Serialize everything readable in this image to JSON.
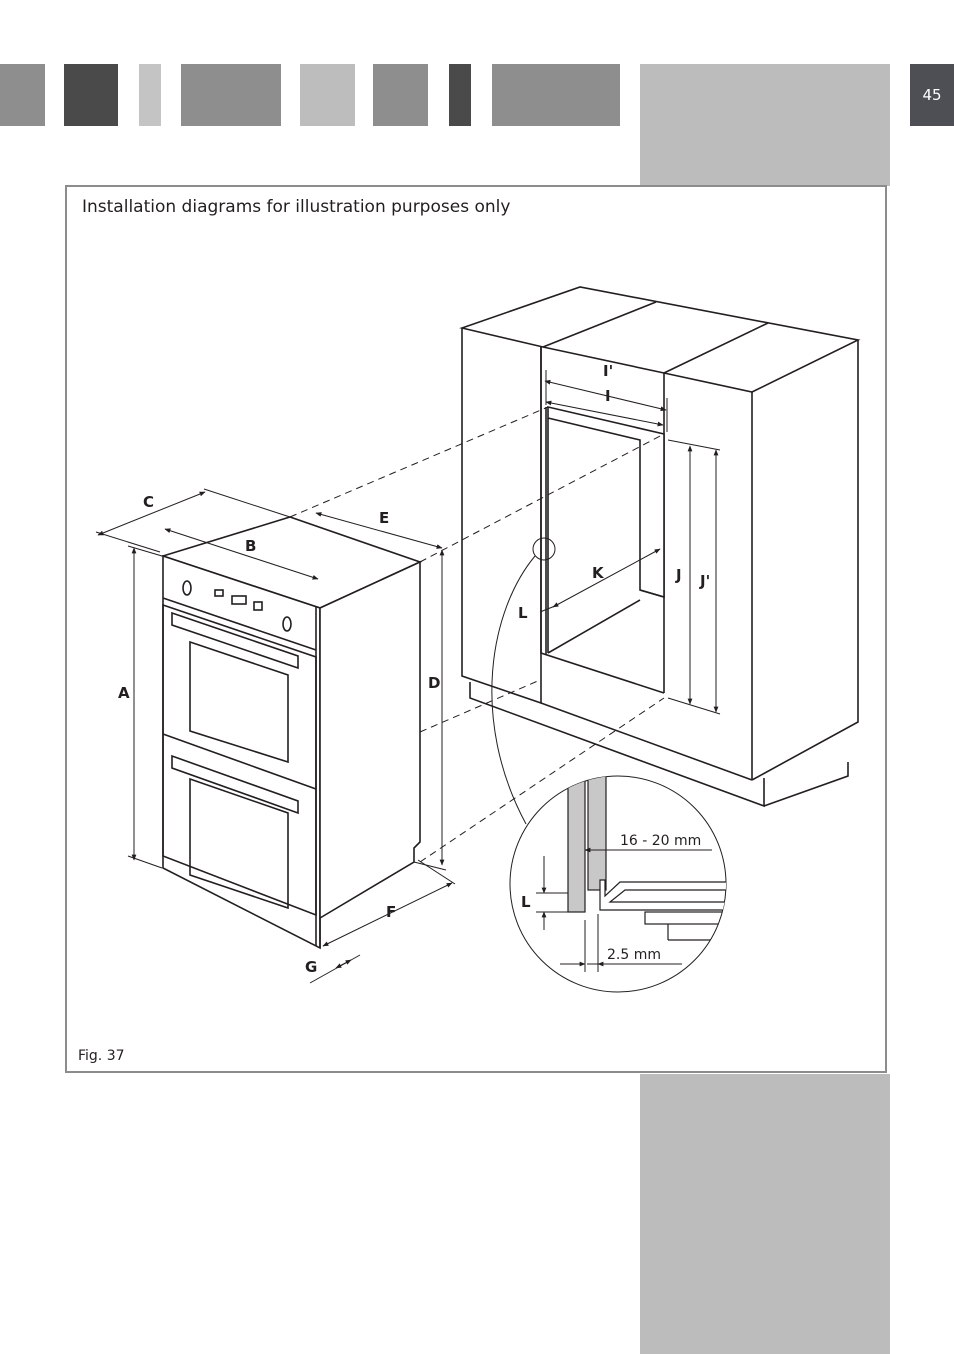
{
  "page": {
    "number": "45"
  },
  "header_bars": [
    {
      "color": "#8e8e8e"
    },
    {
      "color": "#4a4a4a"
    },
    {
      "color": "#c4c4c4"
    },
    {
      "color": "#8e8e8e"
    },
    {
      "color": "#bdbdbd"
    },
    {
      "color": "#8e8e8e"
    },
    {
      "color": "#4a4a4a"
    },
    {
      "color": "#8e8e8e"
    }
  ],
  "figure": {
    "caption": "Installation diagrams for illustration purposes only",
    "label": "Fig. 37",
    "dimension_labels": {
      "A": "A",
      "B": "B",
      "C": "C",
      "D": "D",
      "E": "E",
      "F": "F",
      "G": "G",
      "I": "I",
      "I_prime": "I'",
      "J": "J",
      "J_prime": "J'",
      "K": "K",
      "L": "L"
    },
    "detail": {
      "gap_label": "16 - 20 mm",
      "offset_label": "2.5 mm",
      "L_label": "L"
    }
  }
}
